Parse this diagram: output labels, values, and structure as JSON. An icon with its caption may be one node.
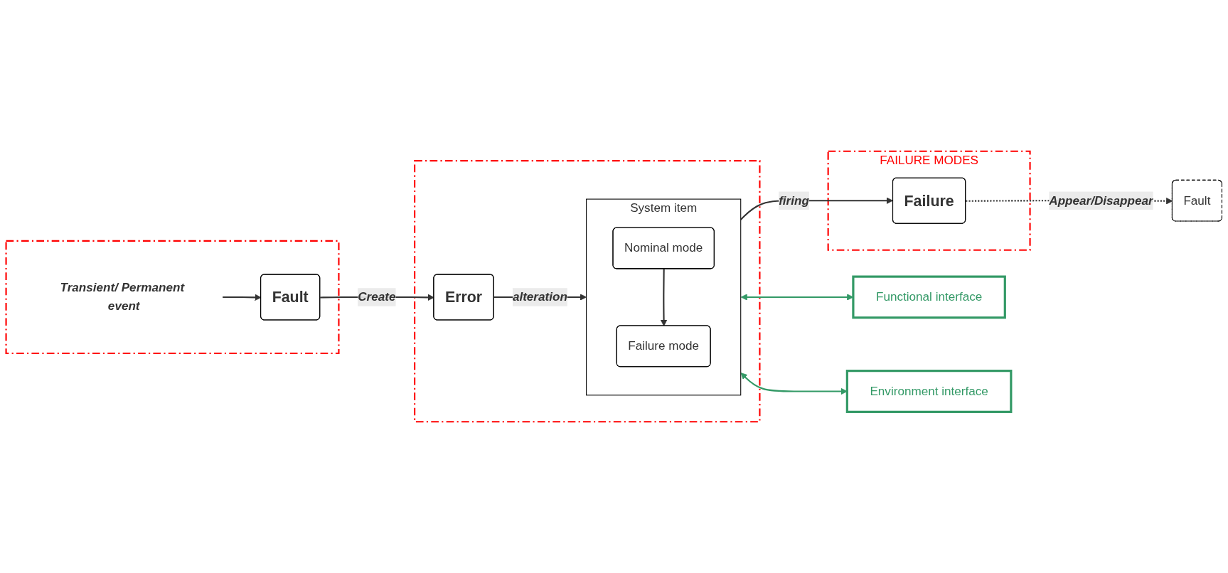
{
  "diagram": {
    "nodes": [
      {
        "text": [],
        "shape": "box"
      },
      {
        "text": [
          "Fault"
        ],
        "in": 0
      },
      {
        "text": [
          "Transient/ Permanent event"
        ],
        "in": 0
      },
      {
        "text": [],
        "shape": "box"
      },
      {
        "text": [
          "Error"
        ],
        "in": 3
      },
      {
        "text": [
          "System item"
        ],
        "in": 3
      },
      {
        "text": [
          "Nominal mode"
        ],
        "in": 5
      },
      {
        "text": [
          "Failure mode"
        ],
        "in": 5
      },
      {
        "text": [
          "FAILURE MODES"
        ]
      },
      {
        "text": [
          "Failure"
        ],
        "in": 8
      },
      {
        "text": [
          "Fault"
        ]
      },
      {
        "text": [
          "Functional interface"
        ]
      },
      {
        "text": [
          "Environment interface"
        ]
      }
    ],
    "edges": [
      {
        "from": 1,
        "to": 4,
        "arrow": "to",
        "label": "Create"
      },
      {
        "from": 2,
        "to": 1,
        "arrow": "to"
      },
      {
        "from": 4,
        "to": 5,
        "arrow": "to",
        "label": "alteration"
      },
      {
        "from": 6,
        "to": 7,
        "arrow": "to"
      },
      {
        "from": 5,
        "to": 9,
        "arrow": "to",
        "label": "firing"
      },
      {
        "from": 9,
        "to": 10,
        "arrow": "to",
        "label": "Appear/Disappear",
        "style": "dashed"
      },
      {
        "from": 5,
        "to": 11,
        "arrow": "both",
        "color": "#339966"
      },
      {
        "from": 5,
        "to": 12,
        "arrow": "both",
        "color": "#339966"
      }
    ]
  }
}
